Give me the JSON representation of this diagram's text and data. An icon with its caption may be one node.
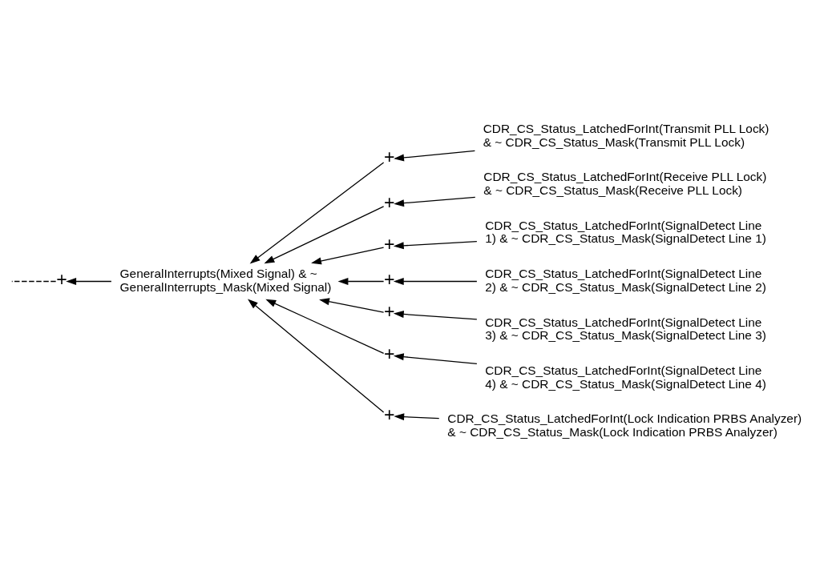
{
  "diagram": {
    "nodes": [
      {
        "text": [
          "+"
        ]
      },
      {
        "text": [
          "GeneralInterrupts(Mixed Signal) & ~ GeneralInterrupts_Mask(Mixed Signal)"
        ]
      },
      {
        "text": [
          "+"
        ]
      },
      {
        "text": [
          "CDR_CS_Status_LatchedForInt(Transmit PLL Lock) & ~ CDR_CS_Status_Mask(Transmit PLL Lock)"
        ]
      },
      {
        "text": [
          "+"
        ]
      },
      {
        "text": [
          "CDR_CS_Status_LatchedForInt(Receive PLL Lock) & ~ CDR_CS_Status_Mask(Receive PLL Lock)"
        ]
      },
      {
        "text": [
          "+"
        ]
      },
      {
        "text": [
          "CDR_CS_Status_LatchedForInt(SignalDetect Line 1) & ~ CDR_CS_Status_Mask(SignalDetect Line 1)"
        ]
      },
      {
        "text": [
          "+"
        ]
      },
      {
        "text": [
          "CDR_CS_Status_LatchedForInt(SignalDetect Line 2) & ~ CDR_CS_Status_Mask(SignalDetect Line 2)"
        ]
      },
      {
        "text": [
          "+"
        ]
      },
      {
        "text": [
          "CDR_CS_Status_LatchedForInt(SignalDetect Line 3) & ~ CDR_CS_Status_Mask(SignalDetect Line 3)"
        ]
      },
      {
        "text": [
          "+"
        ]
      },
      {
        "text": [
          "CDR_CS_Status_LatchedForInt(SignalDetect Line 4) & ~ CDR_CS_Status_Mask(SignalDetect Line 4)"
        ]
      },
      {
        "text": [
          "+"
        ]
      },
      {
        "text": [
          "CDR_CS_Status_LatchedForInt(Lock Indication PRBS Analyzer) & ~ CDR_CS_Status_Mask(Lock Indication PRBS Analyzer)"
        ]
      }
    ],
    "edges": [
      {
        "from": 0,
        "to": null,
        "arrow": "none",
        "style": "dashed"
      },
      {
        "from": 1,
        "to": 0,
        "arrow": "to"
      },
      {
        "from": 2,
        "to": 1,
        "arrow": "to"
      },
      {
        "from": 4,
        "to": 1,
        "arrow": "to"
      },
      {
        "from": 6,
        "to": 1,
        "arrow": "to"
      },
      {
        "from": 8,
        "to": 1,
        "arrow": "to"
      },
      {
        "from": 10,
        "to": 1,
        "arrow": "to"
      },
      {
        "from": 12,
        "to": 1,
        "arrow": "to"
      },
      {
        "from": 14,
        "to": 1,
        "arrow": "to"
      },
      {
        "from": 3,
        "to": 2,
        "arrow": "to"
      },
      {
        "from": 5,
        "to": 4,
        "arrow": "to"
      },
      {
        "from": 7,
        "to": 6,
        "arrow": "to"
      },
      {
        "from": 9,
        "to": 8,
        "arrow": "to"
      },
      {
        "from": 11,
        "to": 10,
        "arrow": "to"
      },
      {
        "from": 13,
        "to": 12,
        "arrow": "to"
      },
      {
        "from": 15,
        "to": 14,
        "arrow": "to"
      }
    ]
  }
}
